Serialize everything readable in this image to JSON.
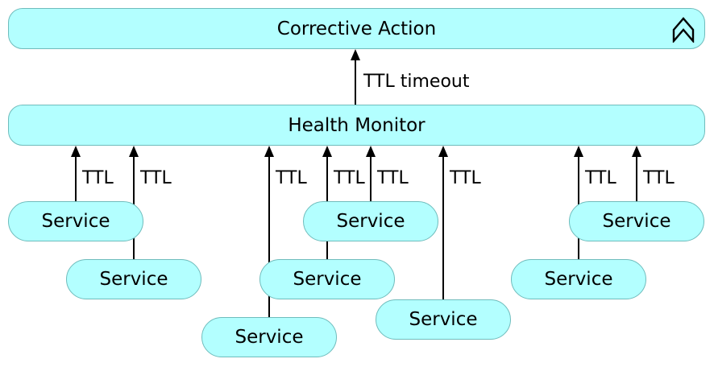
{
  "colors": {
    "node_fill": "#b3ffff",
    "node_border": "#6fbcbc",
    "edge": "#000000"
  },
  "nodes": {
    "corrective_action": "Corrective Action",
    "health_monitor": "Health Monitor",
    "service_label": "Service"
  },
  "edges": {
    "timeout_label": "TTL timeout",
    "ttl_label": "TTL"
  },
  "icons": {
    "corrective_action_icon": "double-chevron-up-icon"
  }
}
